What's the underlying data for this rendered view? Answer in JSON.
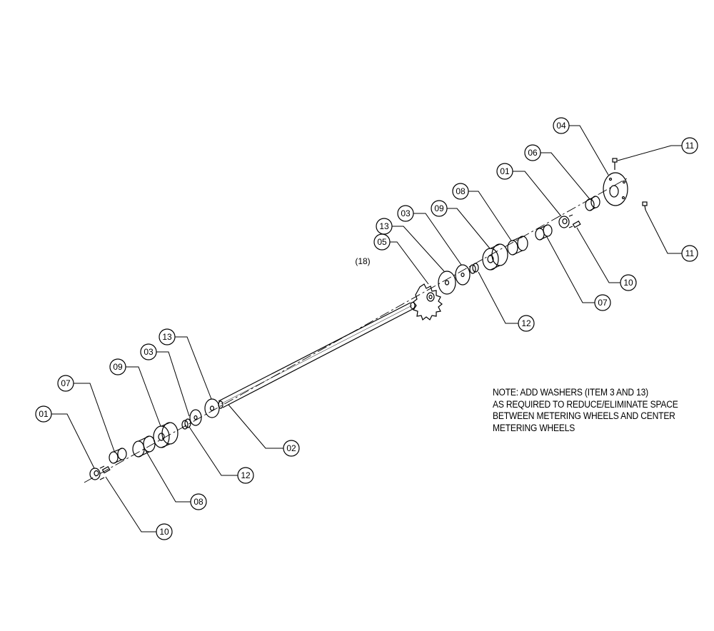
{
  "callouts": {
    "left_01": "01",
    "left_07": "07",
    "left_09": "09",
    "left_03": "03",
    "left_13": "13",
    "left_02": "02",
    "left_12": "12",
    "left_08": "08",
    "left_10": "10",
    "right_05": "05",
    "right_05_qty": "(18)",
    "right_13": "13",
    "right_03": "03",
    "right_09": "09",
    "right_08": "08",
    "right_01": "01",
    "right_06": "06",
    "right_04": "04",
    "right_11_top": "11",
    "right_11_bottom": "11",
    "right_10": "10",
    "right_07": "07",
    "right_12": "12"
  },
  "note": {
    "line1": "NOTE: ADD WASHERS (ITEM 3 AND 13)",
    "line2": "AS REQUIRED TO REDUCE/ELIMINATE SPACE",
    "line3": "BETWEEN METERING WHEELS AND CENTER",
    "line4": "METERING WHEELS"
  }
}
